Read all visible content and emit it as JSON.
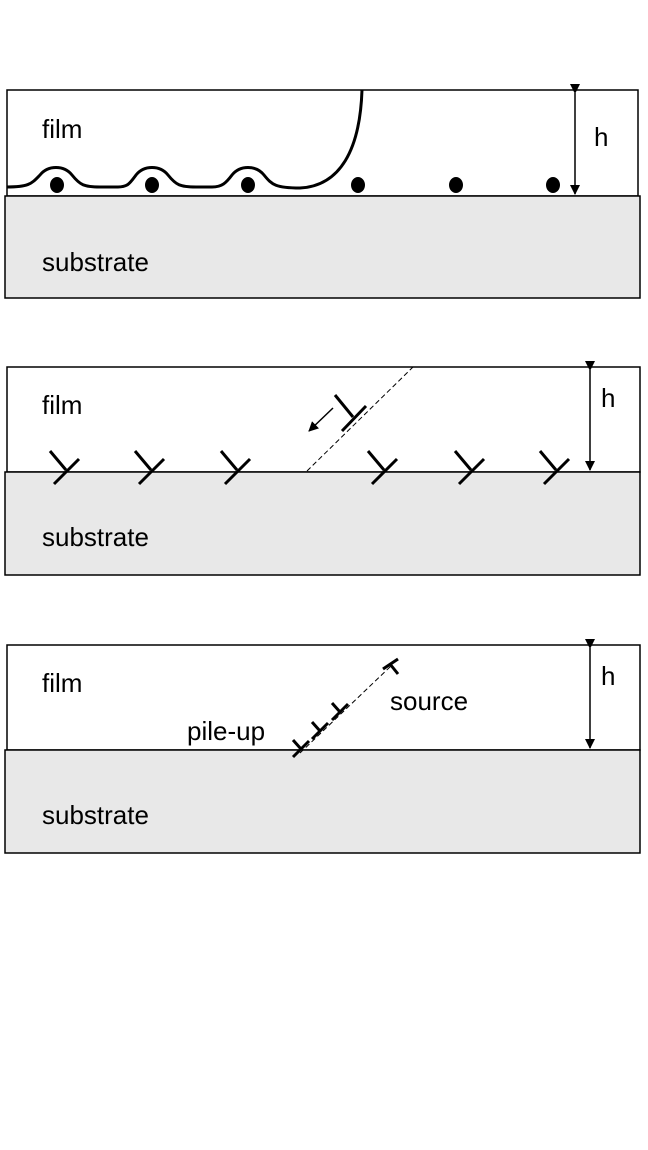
{
  "panels": [
    {
      "film_label": "film",
      "substrate_label": "substrate",
      "thickness_label": "h"
    },
    {
      "film_label": "film",
      "substrate_label": "substrate",
      "thickness_label": "h"
    },
    {
      "film_label": "film",
      "substrate_label": "substrate",
      "thickness_label": "h",
      "pileup_label": "pile-up",
      "source_label": "source"
    }
  ],
  "colors": {
    "substrate": "#e8e8e8",
    "line": "#000000"
  }
}
